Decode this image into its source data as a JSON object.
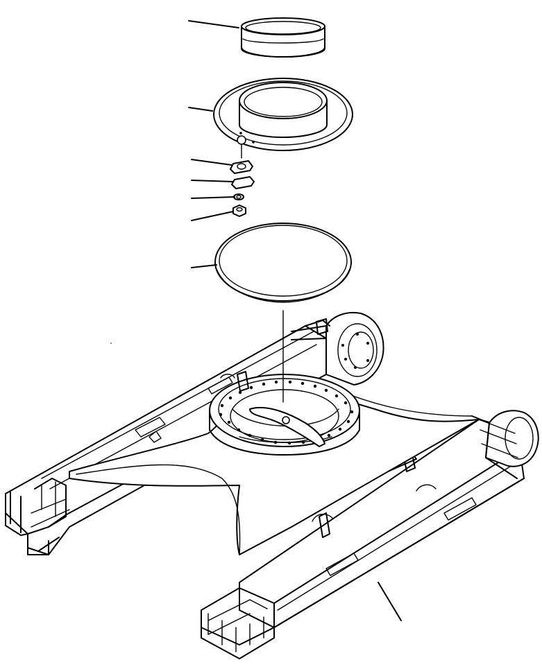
{
  "diagram": {
    "kind": "exploded-parts-illustration",
    "line_color": "#000000",
    "background_color": "#ffffff",
    "parts": [
      {
        "name": "upper-seal-ring",
        "callout": ""
      },
      {
        "name": "flanged-cover-plate",
        "callout": ""
      },
      {
        "name": "retainer-plate",
        "callout": ""
      },
      {
        "name": "shim-plate",
        "callout": ""
      },
      {
        "name": "lock-washer",
        "callout": ""
      },
      {
        "name": "bolt-nut",
        "callout": ""
      },
      {
        "name": "lower-gasket-ring",
        "callout": ""
      },
      {
        "name": "track-frame",
        "callout": ""
      }
    ]
  }
}
